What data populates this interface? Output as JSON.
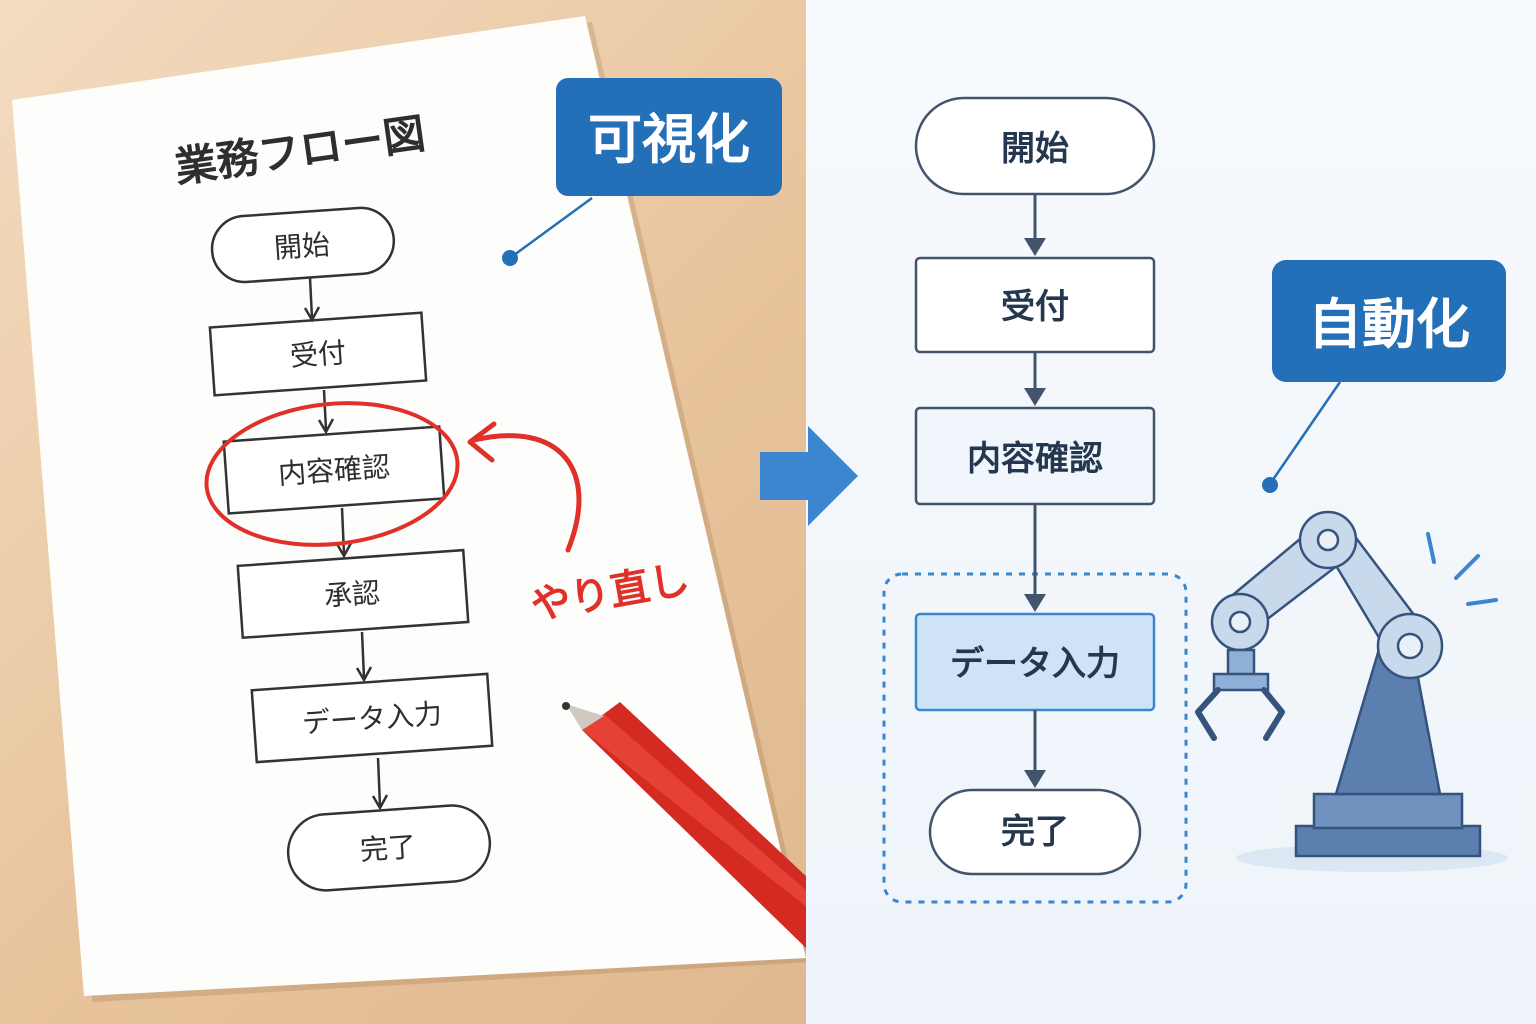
{
  "left": {
    "title": "業務フロー図",
    "steps": [
      "開始",
      "受付",
      "内容確認",
      "承認",
      "データ入力",
      "完了"
    ],
    "badge": "可視化",
    "redo_label": "やり直し"
  },
  "right": {
    "steps": [
      "開始",
      "受付",
      "内容確認",
      "データ入力",
      "完了"
    ],
    "badge": "自動化"
  },
  "colors": {
    "accent_blue": "#2470b8",
    "arrow_blue": "#3b86cf",
    "red": "#e0302a",
    "node_outline": "#41546b",
    "highlight_fill": "#cfe3f7",
    "robot_blue": "#5b7fae"
  },
  "icons": [
    "arrow-right-icon",
    "robot-arm-icon",
    "red-pen-icon"
  ]
}
